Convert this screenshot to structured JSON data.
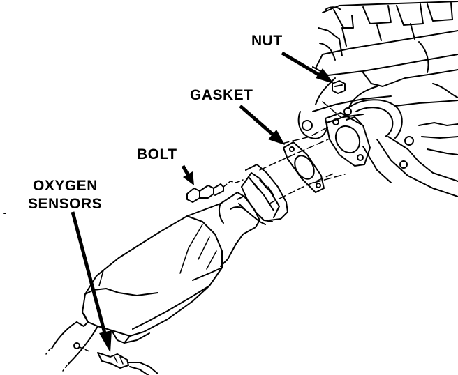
{
  "labels": {
    "nut": "NUT",
    "gasket": "GASKET",
    "bolt": "BOLT",
    "oxygen_line1": "OXYGEN",
    "oxygen_line2": "SENSORS"
  },
  "colors": {
    "ink": "#000000",
    "paper": "#ffffff"
  }
}
